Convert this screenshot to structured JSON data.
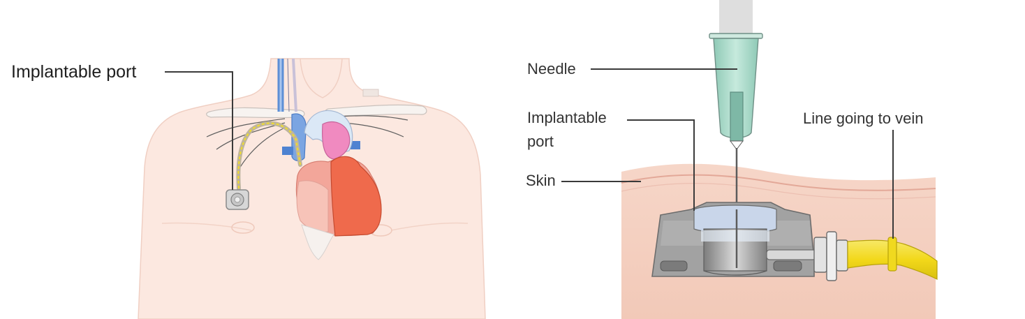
{
  "left_panel": {
    "label_port": "Implantable port"
  },
  "right_panel": {
    "label_needle": "Needle",
    "label_port_line1": "Implantable",
    "label_port_line2": "port",
    "label_skin": "Skin",
    "label_line": "Line going to vein"
  },
  "colors": {
    "skin_body": "#fce8e0",
    "heart_red": "#ef6a4c",
    "vein_blue": "#5d8fd6",
    "catheter_yellow": "#f2dd2a",
    "port_grey": "#9a9a9a",
    "needle_green": "#a7d8c8"
  }
}
